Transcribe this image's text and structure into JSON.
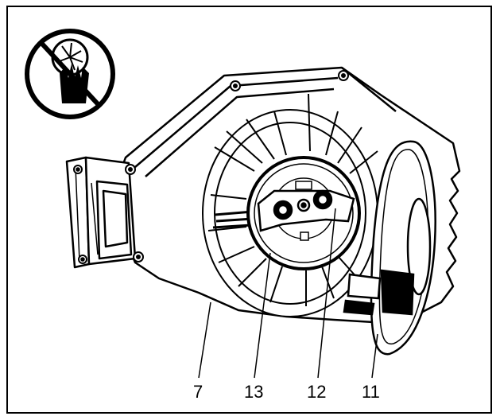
{
  "figure": {
    "callouts": [
      {
        "id": "c7",
        "label": "7"
      },
      {
        "id": "c13",
        "label": "13"
      },
      {
        "id": "c12",
        "label": "12"
      },
      {
        "id": "c11",
        "label": "11"
      }
    ],
    "warning_symbol": "no-hand-in-fan-icon"
  }
}
